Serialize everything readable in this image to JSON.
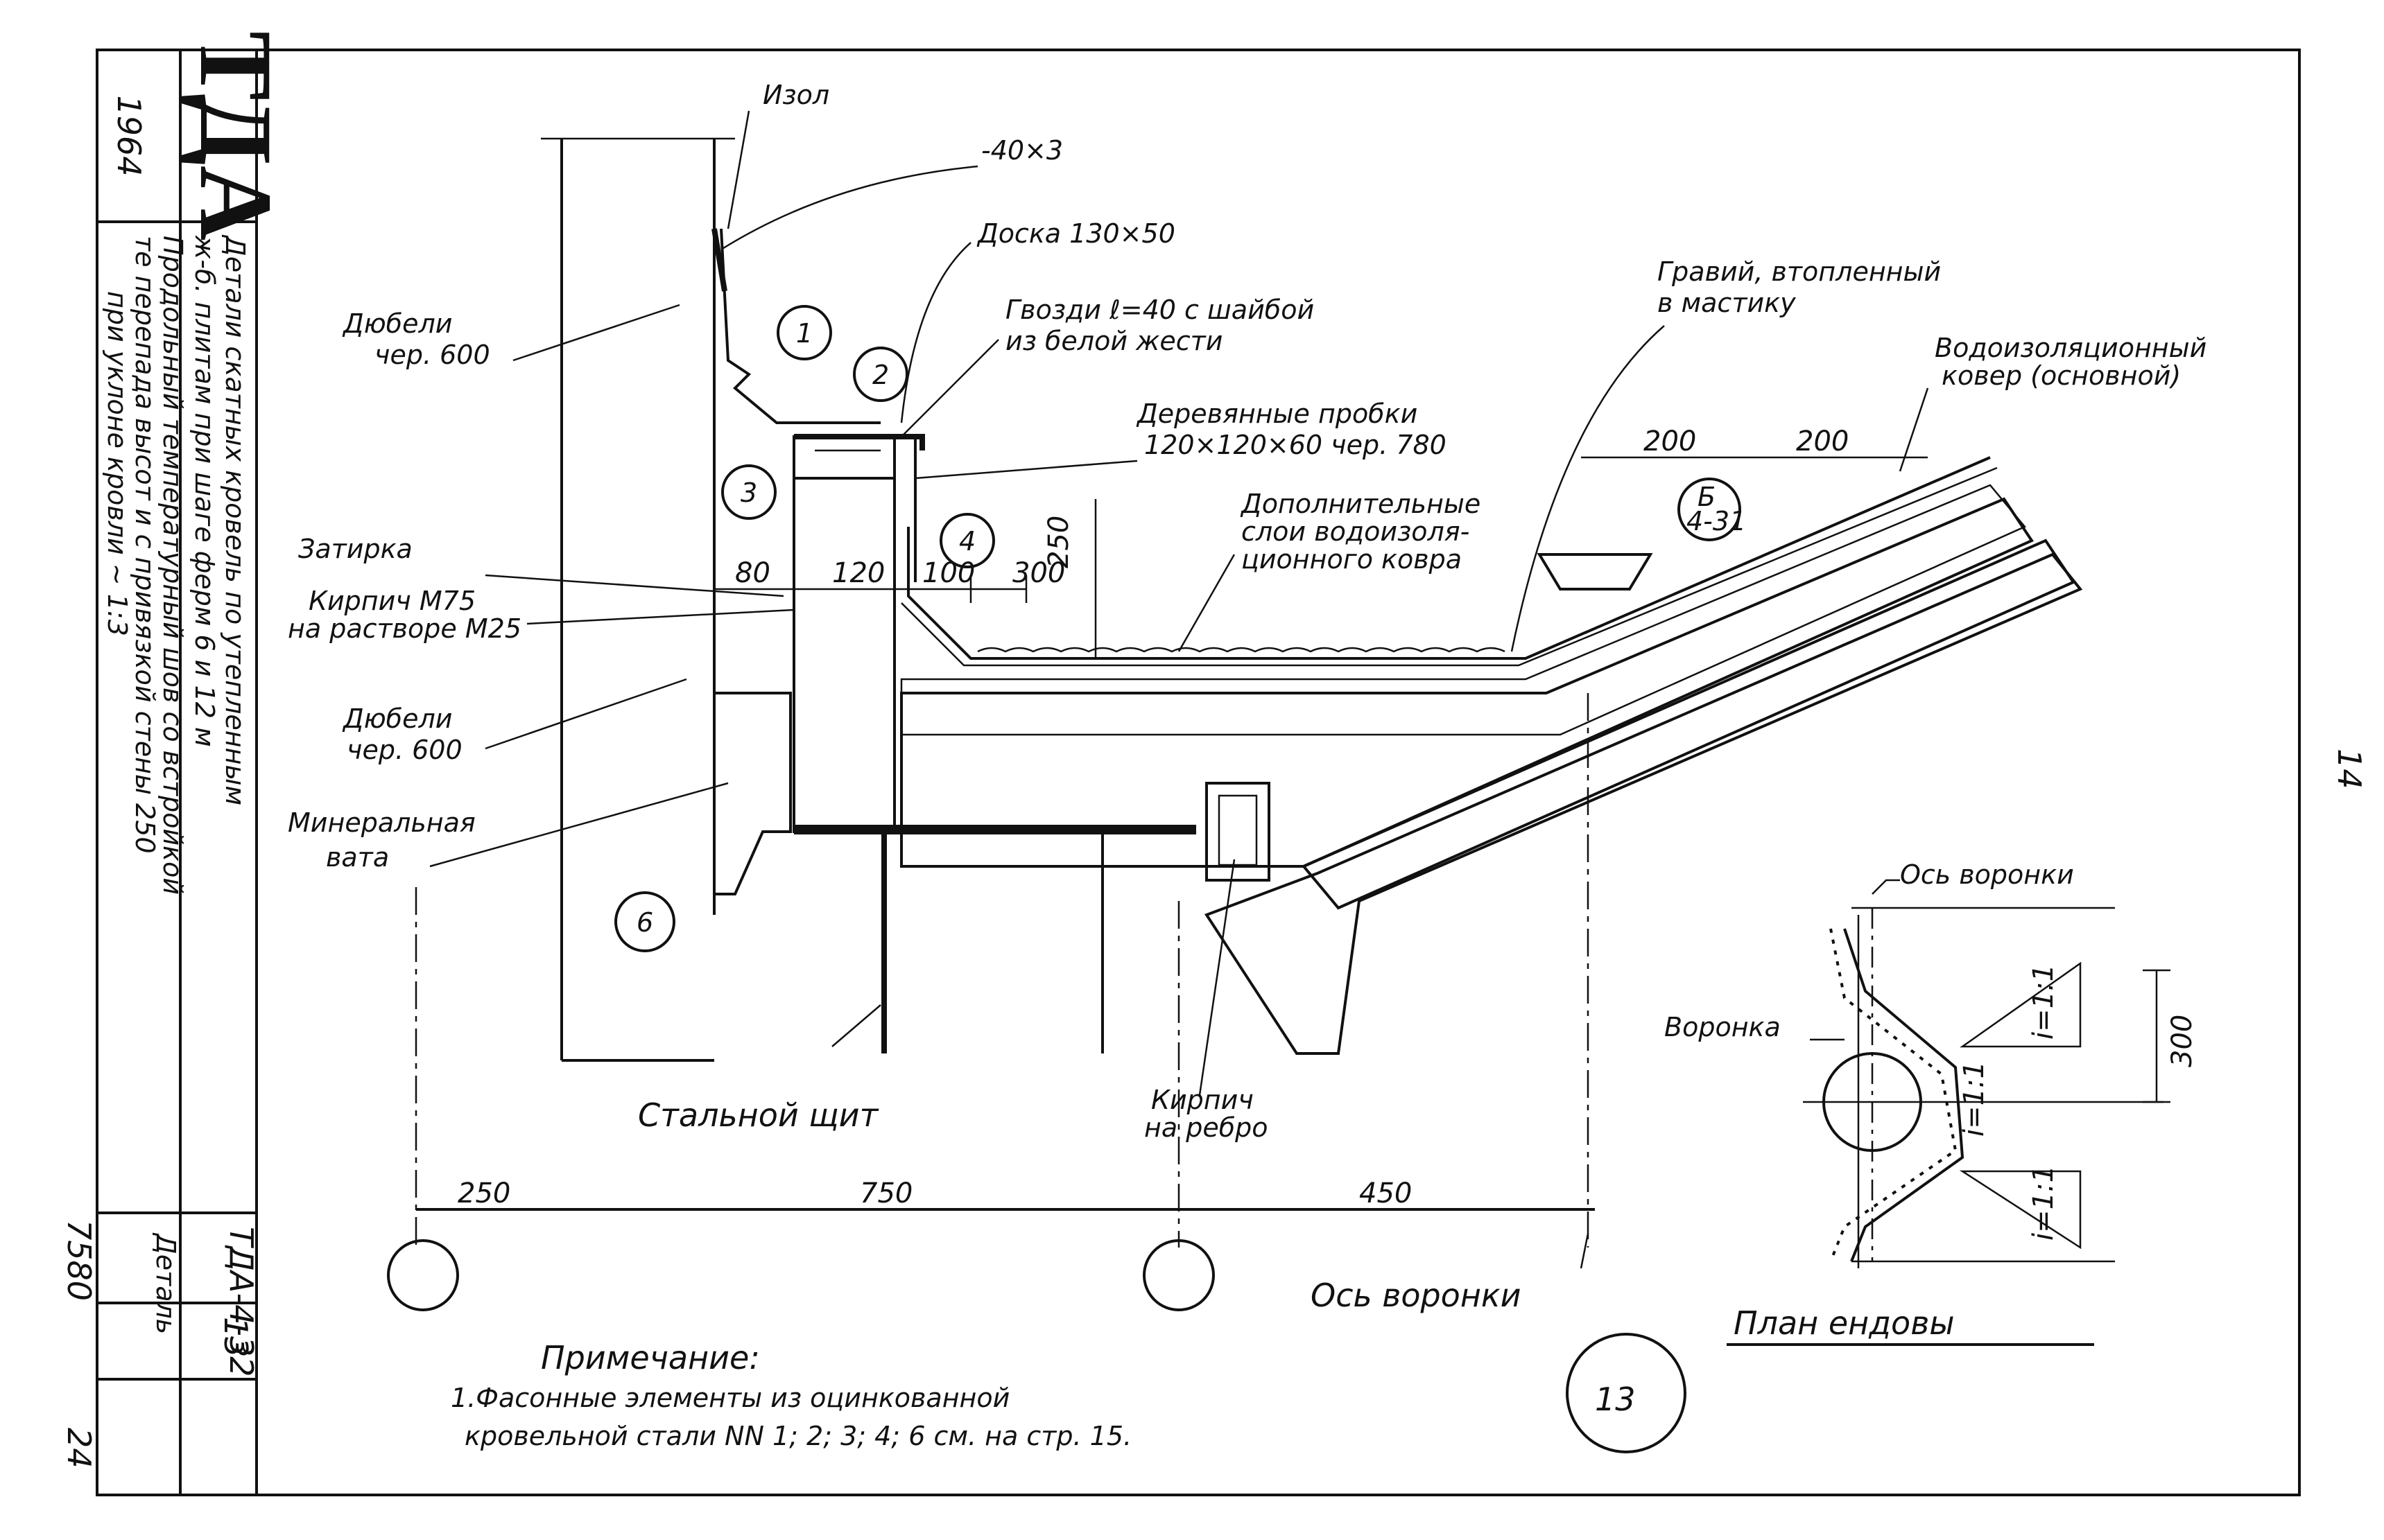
{
  "sheet": {
    "org_logo": "ТДА",
    "year": "1964",
    "title_lines": [
      "Детали скатных кровель по утепленным",
      "ж-б. плитам при шаге ферм 6 и 12 м",
      "Продольный температурный шов со встройкой",
      "те перепада высот и с привязкой стены 250",
      "при уклоне кровли ~ 1:3"
    ],
    "doc_code": "ТДА-4-32",
    "detail_label": "Деталь",
    "detail_number": "13",
    "archive_number": "7580",
    "page_bottom": "24",
    "page_side": "14"
  },
  "labels": {
    "izol": "Изол",
    "strip": "-40×3",
    "dowels_top": [
      "Дюбели",
      "чер. 600"
    ],
    "board": "Доска 130×50",
    "nails": [
      "Гвозди ℓ=40 с шайбой",
      "из белой жести"
    ],
    "wood_plugs": [
      "Деревянные пробки",
      "120×120×60 чер. 780"
    ],
    "gravel": [
      "Гравий, втопленный",
      "в мастику"
    ],
    "main_carpet": [
      "Водоизоляционный",
      "ковер (основной)"
    ],
    "extra_layers": [
      "Дополнительные",
      "слои водоизоля-",
      "ционного ковра"
    ],
    "plaster": "Затирка",
    "brick": [
      "Кирпич М75",
      "на растворе М25"
    ],
    "dowels_bottom": [
      "Дюбели",
      "чер. 600"
    ],
    "mineral_wool": [
      "Минеральная",
      "вата"
    ],
    "steel_shield": "Стальной щит",
    "brick_edge": [
      "Кирпич",
      "на ребро"
    ],
    "funnel_axis_bottom": "Ось воронки",
    "funnel_axis_plan": "Ось воронки",
    "funnel": "Воронка",
    "valley_plan": "План ендовы",
    "note_title": "Примечание:",
    "note_lines": [
      "1.Фасонные элементы из оцинкованной",
      "кровельной стали NN 1; 2; 3; 4; 6 см. на стр. 15."
    ],
    "detail_circle": "13",
    "callout_b": "Б",
    "callout_b_ref": "4-31"
  },
  "callouts": [
    "1",
    "2",
    "3",
    "4",
    "6"
  ],
  "dimensions": {
    "d200a": "200",
    "d200b": "200",
    "d80": "80",
    "d120": "120",
    "d100": "100",
    "d300": "300",
    "d250v": "250",
    "d250": "250",
    "d750": "750",
    "d450": "450",
    "plan_300": "300",
    "slope1": "i=1:1",
    "slope2": "i=1:1",
    "slope3": "i=1:1"
  }
}
